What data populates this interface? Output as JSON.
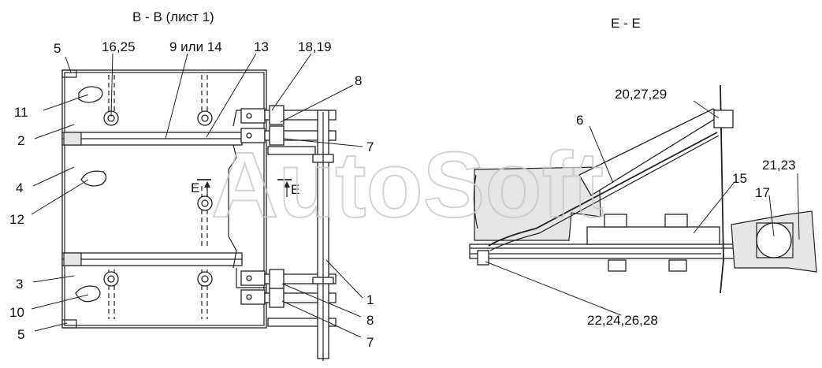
{
  "titles": {
    "left_view": "B - B (лист 1)",
    "right_view": "E - E"
  },
  "watermark": "AutoSoft",
  "section_mark": "E",
  "callouts": {
    "c_5_top": "5",
    "c_16_25": "16,25",
    "c_9_14": "9 или 14",
    "c_13": "13",
    "c_18_19": "18,19",
    "c_8_top": "8",
    "c_11": "11",
    "c_2": "2",
    "c_7_top": "7",
    "c_4": "4",
    "c_12": "12",
    "c_3": "3",
    "c_10": "10",
    "c_1": "1",
    "c_8_bot": "8",
    "c_5_bot": "5",
    "c_7_bot": "7",
    "c_20_27_29": "20,27,29",
    "c_6": "6",
    "c_21_23": "21,23",
    "c_15": "15",
    "c_17": "17",
    "c_22_24_26_28": "22,24,26,28"
  }
}
